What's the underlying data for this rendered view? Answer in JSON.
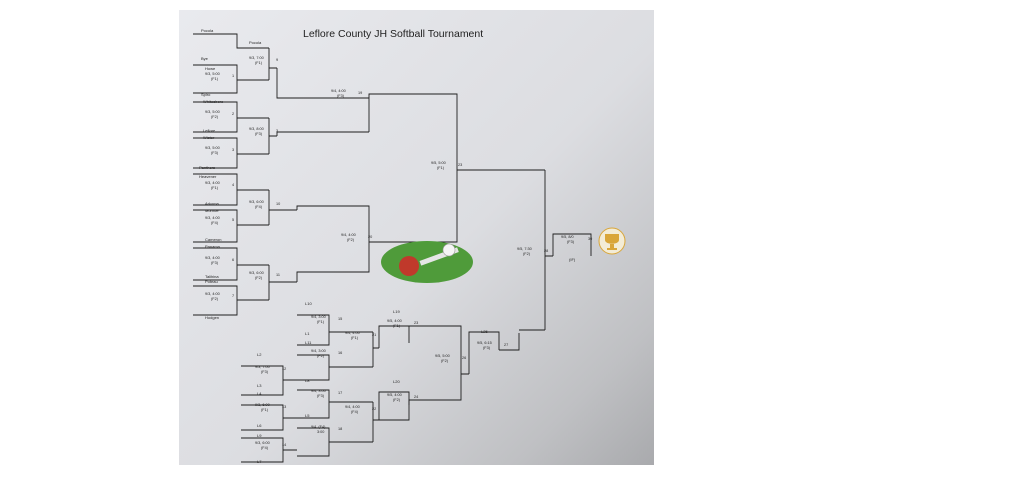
{
  "title": "Leflore County JH Softball Tournament",
  "teams": [
    "Pocola",
    "Bye",
    "Howe",
    "Spiro",
    "Whitesboro",
    "Leflore",
    "Wister",
    "Panthers",
    "Heavener",
    "Arkoma",
    "Monroe",
    "Cameron",
    "Panama",
    "Talihina",
    "Poteau",
    "Hodgen"
  ],
  "r1_advance": "Pocola",
  "games": {
    "g1": {
      "line1": "9/3, 7:00",
      "line2": "(F1)",
      "num": "9"
    },
    "g2": {
      "line1": "9/3, 5:00",
      "line2": "(F1)",
      "num": "1"
    },
    "g3": {
      "line1": "9/3, 5:00",
      "line2": "(F2)",
      "num": "2"
    },
    "g4": {
      "line1": "9/3, 8:00",
      "line2": "(F3)",
      "num": "3"
    },
    "g5": {
      "line1": "9/3, 5:00",
      "line2": "(F3)",
      "num": "3"
    },
    "g6": {
      "line1": "9/3, 4:00",
      "line2": "(F1)",
      "num": "4"
    },
    "g7": {
      "line1": "9/3, 6:00",
      "line2": "(F4)",
      "num": "10"
    },
    "g8": {
      "line1": "9/3, 4:00",
      "line2": "(F4)",
      "num": "5"
    },
    "g9": {
      "line1": "9/3, 4:00",
      "line2": "(F3)",
      "num": "6"
    },
    "g10": {
      "line1": "9/3, 6:00",
      "line2": "(F2)",
      "num": "11"
    },
    "g11": {
      "line1": "9/3, 4:00",
      "line2": "(F2)",
      "num": "7"
    },
    "q1": {
      "line1": "9/4, 4:00",
      "line2": "(F3)",
      "num": "19"
    },
    "q2": {
      "line1": "9/4, 4:00",
      "line2": "(F2)",
      "num": "20"
    },
    "s1": {
      "line1": "9/5, 5:00",
      "line2": "(F1)",
      "num": "23"
    },
    "f1": {
      "line1": "9/5, 7:30",
      "line2": "(F2)",
      "num": "28"
    },
    "champ": {
      "line1": "9/5, 8/0",
      "line2": "(F3)",
      "num": "30"
    },
    "l1": {
      "line1": "9/4, 3:00",
      "line2": "(F1)",
      "num": "15"
    },
    "l2": {
      "line1": "9/4, 4:00",
      "line2": "(F1)",
      "num": "21"
    },
    "l3": {
      "line1": "9/4, 3:00",
      "line2": "(F2)",
      "num": "16"
    },
    "l4": {
      "line1": "9/3, 7:00",
      "line2": "(F3)",
      "num": "12"
    },
    "l5": {
      "line1": "9/3, 6:00",
      "line2": "(F1)",
      "num": "13"
    },
    "l6": {
      "line1": "9/4, 3:00",
      "line2": "(F3)",
      "num": "17"
    },
    "l7": {
      "line1": "9/4, 4:00",
      "line2": "(F4)",
      "num": "22"
    },
    "l8": {
      "line1": "9/4, (F4)",
      "line2": "3:00",
      "num": "18"
    },
    "l9": {
      "line1": "9/3, 6:00",
      "line2": "(F4)",
      "num": "14"
    },
    "l10": {
      "line1": "9/5, 4:00",
      "line2": "(F1)",
      "num": "23"
    },
    "l11": {
      "line1": "9/5, 5:00",
      "line2": "(F2)",
      "num": "26"
    },
    "l12": {
      "line1": "9/5, 4:00",
      "line2": "(F2)",
      "num": "24"
    },
    "l13": {
      "line1": "9/5, 6:15",
      "line2": "(F3)",
      "num": "27"
    }
  },
  "if_game": "(IF)",
  "loser_labels": [
    "L10",
    "L1",
    "L11",
    "L2",
    "L3",
    "L4",
    "L8",
    "L5",
    "L6",
    "L9",
    "L7",
    "L19",
    "L20",
    "L25"
  ],
  "colors": {
    "paper": "#e2e3e7",
    "ink": "#1e1e1e",
    "field": "#4f9b3a",
    "trophy": "#d9a63a"
  }
}
